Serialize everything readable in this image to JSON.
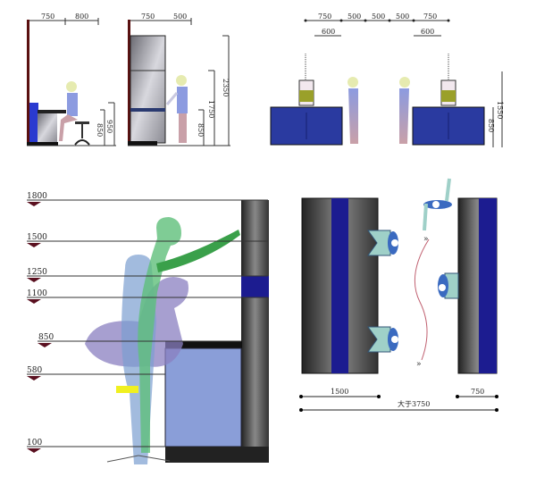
{
  "panel_seated_counter": {
    "top_dims": [
      "750",
      "800"
    ],
    "height_dims": [
      "850",
      "950"
    ]
  },
  "panel_tall_cabinet": {
    "top_dims": [
      "750",
      "500"
    ],
    "height_dims": [
      "850",
      "1750",
      "2350"
    ]
  },
  "panel_island_elevation": {
    "top_dims": [
      "750",
      "500",
      "500",
      "500",
      "750"
    ],
    "hood_dims": [
      "600",
      "600"
    ],
    "height_dims": [
      "850",
      "1550"
    ]
  },
  "panel_reach_section": {
    "levels": [
      "1800",
      "1500",
      "1250",
      "1100",
      "850",
      "580",
      "100"
    ]
  },
  "panel_plan": {
    "dims": {
      "left_counter": "1500",
      "right_counter": "750",
      "total": "大于3750"
    }
  },
  "colors": {
    "counter_blue": "#2a3aa0",
    "cabinet_grey": "#555555",
    "figure_green": "#5fbf7a",
    "figure_purple": "#8a7fc0"
  }
}
